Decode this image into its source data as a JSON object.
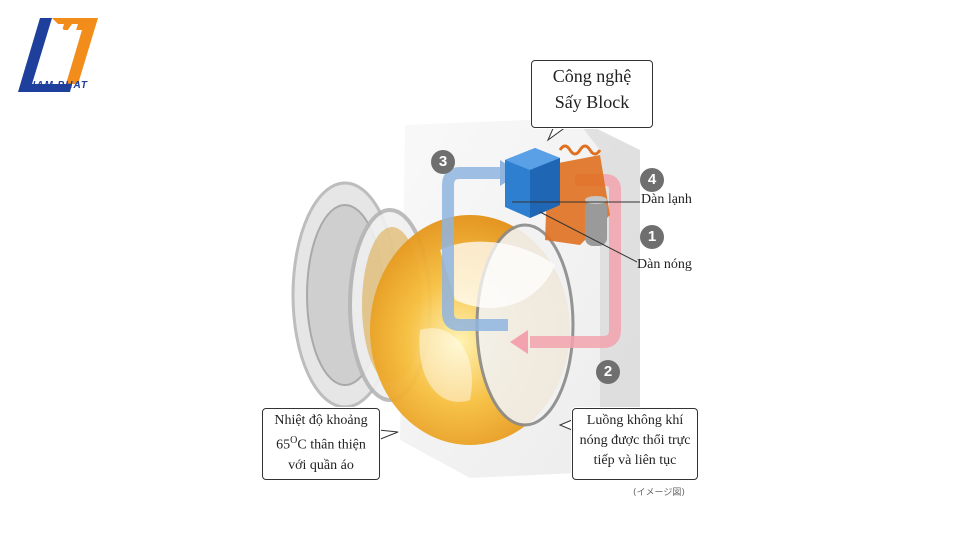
{
  "logo": {
    "text": "NAM PHAT",
    "colors": {
      "blue": "#1f3f9c",
      "orange": "#f28c1b"
    }
  },
  "callouts": {
    "tech": {
      "lines": [
        "Công nghệ",
        "Sấy Block"
      ]
    },
    "temperature": {
      "line1": "Nhiệt độ khoảng",
      "line2_value": "65",
      "line2_unit": "O",
      "line2_unit_suffix": "C thân thiện",
      "line3": "với quần áo"
    },
    "airflow": {
      "lines": [
        "Luồng không khí",
        "nóng được thổi trực",
        "tiếp và liên tục"
      ]
    }
  },
  "labels": {
    "evaporator": "Dàn lạnh",
    "condenser": "Dàn nóng"
  },
  "badges": [
    "1",
    "2",
    "3",
    "4"
  ],
  "caption": "(イメージ図)",
  "colors": {
    "cool_air": "#8fb4e0",
    "warm_air": "#f2a3ad",
    "evaporator_block": "#2f7fd0",
    "heat_pump": "#e07020",
    "drum_glow": "#f6b730",
    "badge": "#6f6f6f"
  }
}
